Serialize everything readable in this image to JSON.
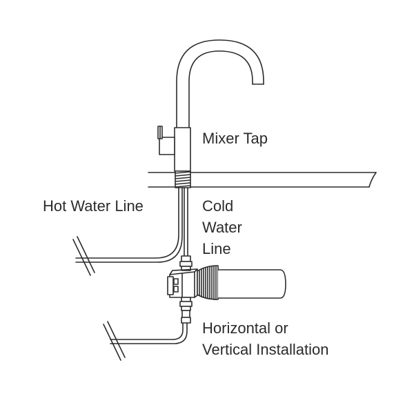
{
  "labels": {
    "mixer_tap": "Mixer Tap",
    "hot_water_line": "Hot Water Line",
    "cold_water_line": [
      "Cold",
      "Water",
      "Line"
    ],
    "installation": [
      "Horizontal or",
      "Vertical Installation"
    ]
  },
  "colors": {
    "stroke": "#2b2b2b",
    "background": "#ffffff",
    "text": "#2b2b2b"
  }
}
